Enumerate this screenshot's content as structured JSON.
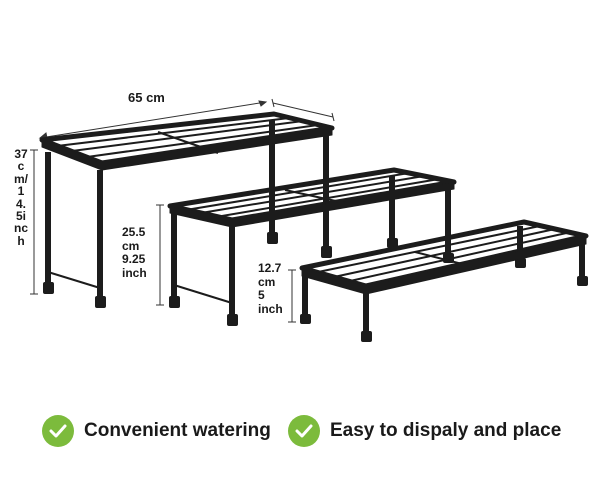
{
  "colors": {
    "frame": "#1c1c1c",
    "dimension_line": "#333333",
    "check_green": "#7cbb3c",
    "text": "#1a1a1a",
    "background": "#ffffff"
  },
  "dimensions": {
    "top_width": "65 cm",
    "tall_height": "37cm/14.5inch",
    "mid_height_cm": "25.5",
    "mid_height_cm_unit": "cm",
    "mid_height_in": "9.25",
    "mid_height_in_unit": "inch",
    "low_height_cm": "12.7",
    "low_height_cm_unit": "cm",
    "low_height_in": "5",
    "low_height_in_unit": "inch"
  },
  "features": [
    {
      "icon": "check-circle-icon",
      "label": "Convenient watering"
    },
    {
      "icon": "check-circle-icon",
      "label": "Easy to dispaly and place"
    }
  ]
}
